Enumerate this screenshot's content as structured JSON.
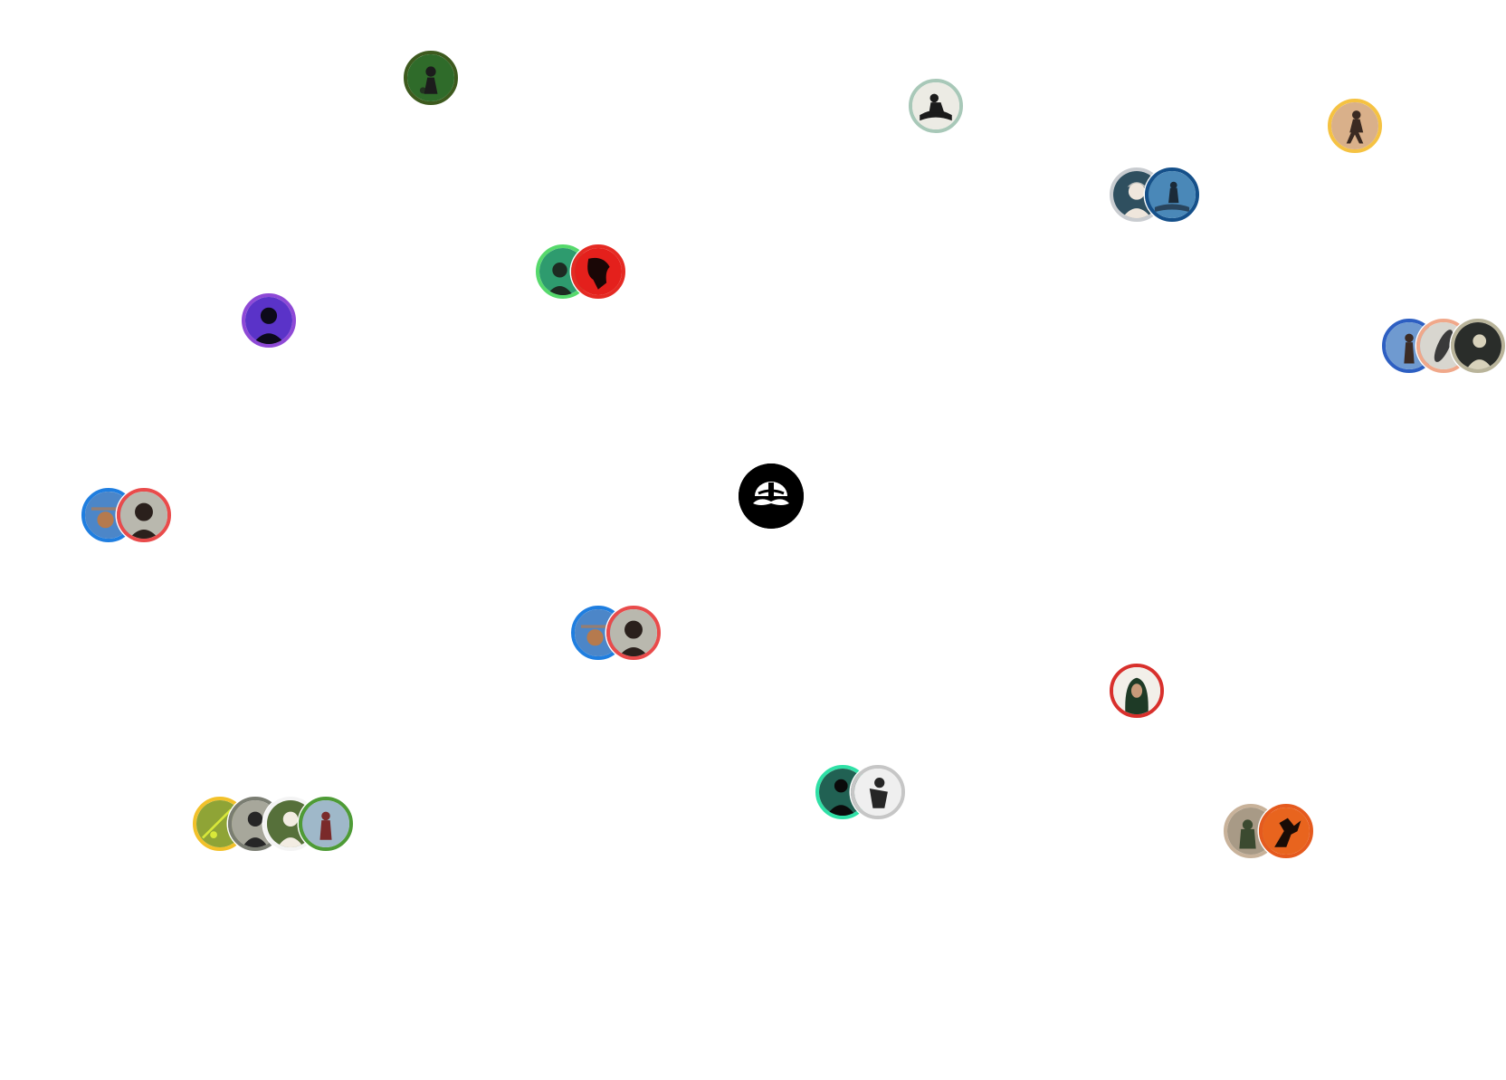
{
  "icons": {
    "center_logo": "ball-mustache-logo-icon"
  },
  "clusters": [
    {
      "id": "c1",
      "avatars": [
        {
          "ring": "#3d5a1e",
          "bg": "#2f6b2a",
          "fg": "#1c1c1c"
        }
      ]
    },
    {
      "id": "c2",
      "avatars": [
        {
          "ring": "#a8c8b8",
          "bg": "#ecebe4",
          "fg": "#1b1b1b"
        }
      ]
    },
    {
      "id": "c3",
      "avatars": [
        {
          "ring": "#f5c242",
          "bg": "#d9b08a",
          "fg": "#3a2a22"
        }
      ]
    },
    {
      "id": "c4",
      "avatars": [
        {
          "ring": "#c9ccd0",
          "bg": "#2f4f5f",
          "fg": "#efe6dc"
        },
        {
          "ring": "#15508a",
          "bg": "#4a88b8",
          "fg": "#1b2a38"
        }
      ]
    },
    {
      "id": "c5",
      "avatars": [
        {
          "ring": "#56d96c",
          "bg": "#2e9b6e",
          "fg": "#1d2b22"
        },
        {
          "ring": "#e52a23",
          "bg": "#e4201c",
          "fg": "#1a0706"
        }
      ]
    },
    {
      "id": "c6",
      "avatars": [
        {
          "ring": "#8e49d6",
          "bg": "#5a33c8",
          "fg": "#0c0a1a"
        }
      ]
    },
    {
      "id": "c7",
      "avatars": [
        {
          "ring": "#2d5fc2",
          "bg": "#6f9ad0",
          "fg": "#3b2b24"
        },
        {
          "ring": "#f0a88a",
          "bg": "#d8d6cf",
          "fg": "#3a3a3a"
        },
        {
          "ring": "#b9b49a",
          "bg": "#2a2d2a",
          "fg": "#d8d2bb"
        }
      ]
    },
    {
      "id": "c8",
      "avatars": [
        {
          "ring": "#1f7ee0",
          "bg": "#4c86c8",
          "fg": "#b57a4e"
        },
        {
          "ring": "#e94b4b",
          "bg": "#b9b8ae",
          "fg": "#2a201c"
        }
      ]
    },
    {
      "id": "c9",
      "avatars": [
        {
          "ring": "#1f7ee0",
          "bg": "#4c86c8",
          "fg": "#b57a4e"
        },
        {
          "ring": "#e94b4b",
          "bg": "#b9b8ae",
          "fg": "#2a201c"
        }
      ]
    },
    {
      "id": "c10",
      "avatars": [
        {
          "ring": "#d8302c",
          "bg": "#f2efe9",
          "fg": "#1e3a26"
        }
      ]
    },
    {
      "id": "c11",
      "avatars": [
        {
          "ring": "#f2c12a",
          "bg": "#8fa436",
          "fg": "#d8e83a"
        },
        {
          "ring": "#7a7d72",
          "bg": "#a7a79b",
          "fg": "#262626"
        },
        {
          "ring": "#f4f4f4",
          "bg": "#56703a",
          "fg": "#f2ece2"
        },
        {
          "ring": "#4e9b36",
          "bg": "#9fb8c9",
          "fg": "#7a2a2a"
        }
      ]
    },
    {
      "id": "c12",
      "avatars": [
        {
          "ring": "#2fe0a6",
          "bg": "#216153",
          "fg": "#0a0a0a"
        },
        {
          "ring": "#c6c6c6",
          "bg": "#efefef",
          "fg": "#262626"
        }
      ]
    },
    {
      "id": "c13",
      "avatars": [
        {
          "ring": "#c8b29a",
          "bg": "#a89a86",
          "fg": "#3b4a30"
        },
        {
          "ring": "#e55a1e",
          "bg": "#e8641e",
          "fg": "#1a0c06"
        }
      ]
    }
  ]
}
